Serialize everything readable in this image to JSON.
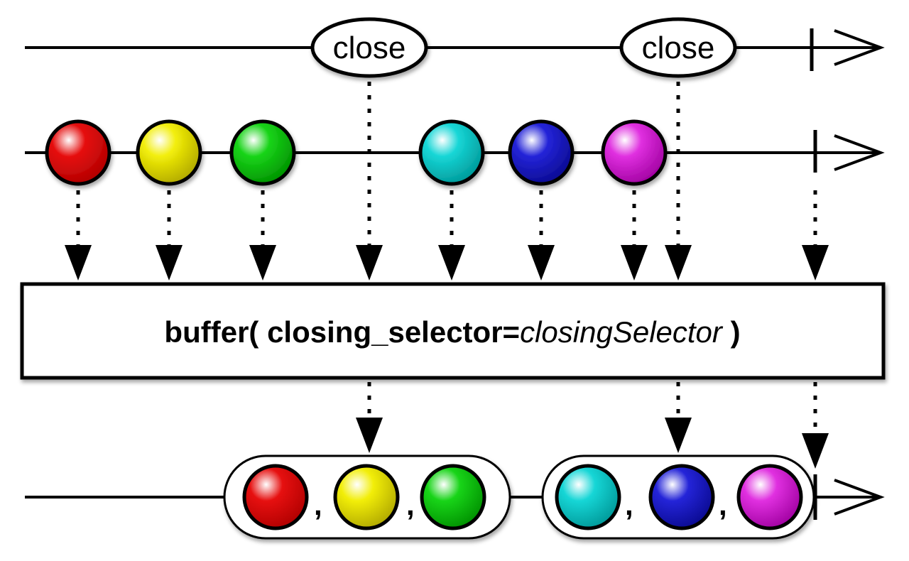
{
  "closing_events": {
    "label": "close",
    "count": 2
  },
  "source_marbles": [
    {
      "color_name": "red",
      "color": "#e61010"
    },
    {
      "color_name": "yellow",
      "color": "#f2ee08"
    },
    {
      "color_name": "green",
      "color": "#18d418"
    },
    {
      "color_name": "cyan",
      "color": "#16d6d6"
    },
    {
      "color_name": "blue",
      "color": "#2424d8"
    },
    {
      "color_name": "magenta",
      "color": "#e030e0"
    }
  ],
  "operator": {
    "name": "buffer(",
    "param": "closing_selector=",
    "value": "closingSelector",
    "close_paren": ")"
  },
  "output_buffers": [
    {
      "marbles": [
        "red",
        "yellow",
        "green"
      ],
      "separator": ","
    },
    {
      "marbles": [
        "cyan",
        "blue",
        "magenta"
      ],
      "separator": ","
    }
  ]
}
